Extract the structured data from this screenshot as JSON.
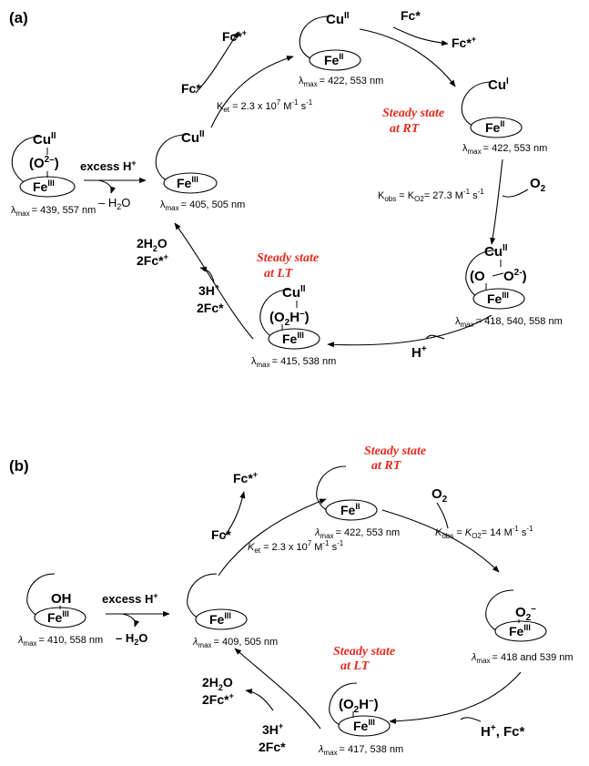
{
  "panel_a": {
    "label": "(a)",
    "complex_peroxo_cu": {
      "cu": "Cu",
      "cu_ox": "II",
      "oxo": "(O",
      "oxo_sup": "2–",
      "oxo_close": ")",
      "fe": "Fe",
      "fe_ox": "III",
      "lambda": "= 439, 557 nm"
    },
    "excess_h": "excess H",
    "excess_h_sup": "+",
    "minus_h2o": "– H",
    "minus_h2o_sub": "2",
    "minus_h2o_end": "O",
    "complex_cu2_fe3": {
      "cu": "Cu",
      "cu_ox": "II",
      "fe": "Fe",
      "fe_ox": "III",
      "lambda": "= 405, 505 nm"
    },
    "fc_in": "Fc*",
    "fc_out": "Fc*",
    "fc_out_sup": "+",
    "ket": "K",
    "ket_sub": "et",
    "ket_val": " = 2.3 x 10",
    "ket_exp": "7",
    "ket_unit": " M",
    "ket_unit_exp": "-1",
    "ket_unit2": " s",
    "ket_unit2_exp": "-1",
    "complex_cu2_fe2": {
      "cu": "Cu",
      "cu_ox": "II",
      "fe": "Fe",
      "fe_ox": "II",
      "lambda": "= 422, 553 nm"
    },
    "fc_in2": "Fc*",
    "fc_out2": "Fc*",
    "fc_out2_sup": "+",
    "complex_cu1_fe2": {
      "cu": "Cu",
      "cu_ox": "I",
      "fe": "Fe",
      "fe_ox": "II",
      "lambda": "= 422, 553 nm"
    },
    "steady_rt_1": "Steady state",
    "steady_rt_2": "at RT",
    "o2": "O",
    "o2_sub": "2",
    "kobs": "K",
    "kobs_sub": "obs",
    "kobs_mid": " = K",
    "kobs_sub2": "O2",
    "kobs_val": "= 27.3 M",
    "kobs_exp": "-1",
    "kobs_s": " s",
    "kobs_s_exp": "-1",
    "complex_peroxo_bridge": {
      "cu": "Cu",
      "cu_ox": "II",
      "o_left": "(O",
      "o_right": "O",
      "o_sup": "2-",
      "o_close": ")",
      "fe": "Fe",
      "fe_ox": "III",
      "lambda": "= 418, 540, 558 nm"
    },
    "h_plus": "H",
    "h_plus_sup": "+",
    "complex_hydroperoxo": {
      "cu": "Cu",
      "cu_ox": "II",
      "o2h": "(O",
      "o2h_sub": "2",
      "o2h_end": "H",
      "o2h_sup": "–",
      "o2h_close": ")",
      "fe": "Fe",
      "fe_ox": "III",
      "lambda": "= 415, 538 nm"
    },
    "steady_lt_1": "Steady state",
    "steady_lt_2": "at LT",
    "h3": "3H",
    "h3_sup": "+",
    "fc2": "2Fc*",
    "h2o2": "2H",
    "h2o2_sub": "2",
    "h2o2_end": "O",
    "fc2_out": "2Fc*",
    "fc2_out_sup": "+"
  },
  "panel_b": {
    "label": "(b)",
    "complex_oh": {
      "oh": "OH",
      "fe": "Fe",
      "fe_ox": "III",
      "lambda": "= 410, 558 nm"
    },
    "excess_h": "excess H",
    "excess_h_sup": "+",
    "minus_h2o": "– H",
    "minus_h2o_sub": "2",
    "minus_h2o_end": "O",
    "complex_fe3": {
      "fe": "Fe",
      "fe_ox": "III",
      "lambda": "= 409, 505 nm"
    },
    "fc_in": "Fc*",
    "fc_out": "Fc*",
    "fc_out_sup": "+",
    "ket": "K",
    "ket_sub": "et",
    "ket_val": " = 2.3 x 10",
    "ket_exp": "7",
    "ket_unit": " M",
    "ket_unit_exp": "-1",
    "ket_unit2": " s",
    "ket_unit2_exp": "-1",
    "complex_fe2": {
      "fe": "Fe",
      "fe_ox": "II",
      "lambda": "= 422, 553 nm"
    },
    "steady_rt_1": "Steady state",
    "steady_rt_2": "at RT",
    "o2": "O",
    "o2_sub": "2",
    "kobs": "K",
    "kobs_sub": "obs",
    "kobs_mid": " = K",
    "kobs_sub2": "O2",
    "kobs_val": "= 14 M",
    "kobs_exp": "-1",
    "kobs_s": " s",
    "kobs_s_exp": "-1",
    "complex_superoxo": {
      "o2": "O",
      "o2_sub": "2",
      "o2_sup": "–",
      "fe": "Fe",
      "fe_ox": "III",
      "lambda": "= 418 and 539 nm"
    },
    "h_fc": "H",
    "h_fc_sup": "+",
    "h_fc_end": ", Fc*",
    "complex_hydroperoxo": {
      "o2h": "(O",
      "o2h_sub": "2",
      "o2h_end": "H",
      "o2h_sup": "–",
      "o2h_close": ")",
      "fe": "Fe",
      "fe_ox": "III",
      "lambda": "= 417, 538 nm"
    },
    "steady_lt_1": "Steady state",
    "steady_lt_2": "at LT",
    "h3": "3H",
    "h3_sup": "+",
    "fc2": "2Fc*",
    "h2o2": "2H",
    "h2o2_sub": "2",
    "h2o2_end": "O",
    "fc2_out": "2Fc*",
    "fc2_out_sup": "+"
  },
  "lambda_symbol": "λ",
  "lambda_sub": "max",
  "colors": {
    "annotation_red": "#e32b1f",
    "ink": "#000000"
  }
}
